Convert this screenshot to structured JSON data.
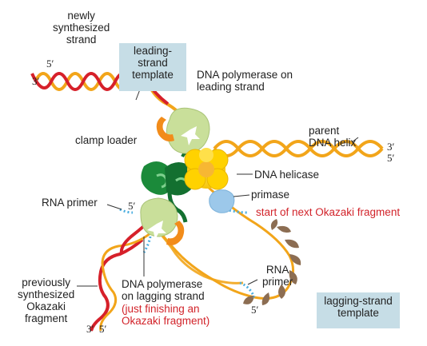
{
  "labels": {
    "newly_synthesized_strand": "newly\nsynthesized\nstrand",
    "leading_strand_template": "leading-\nstrand\ntemplate",
    "dna_pol_leading": "DNA polymerase on\nleading strand",
    "clamp_loader": "clamp loader",
    "parent_dna_helix": "parent\nDNA helix",
    "dna_helicase": "DNA helicase",
    "rna_primer_top": "RNA primer",
    "primase": "primase",
    "start_next_okazaki": "start of next Okazaki fragment",
    "rna_primer_bottom": "RNA\nprimer",
    "previously_synthesized": "previously\nsynthesized\nOkazaki\nfragment",
    "dna_pol_lagging": "DNA polymerase\non lagging strand",
    "just_finishing": "(just finishing an\nOkazaki fragment)",
    "lagging_strand_template": "lagging-strand\ntemplate"
  },
  "ends": {
    "top_left_5": "5′",
    "top_left_3": "3′",
    "right_3": "3′",
    "right_5": "5′",
    "mid_5": "5′",
    "bottom_5": "5′",
    "bottom_3": "3′",
    "bottom_5b": "5′"
  },
  "colors": {
    "parental_strand": "#f2a51a",
    "new_strand": "#d6202a",
    "rna_primer": "#4aaee0",
    "polymerase": "#c9df9a",
    "clamp": "#f28c1a",
    "clamp_loader": "#1b8a3a",
    "helicase": "#ffd200",
    "primase": "#9cc8ea",
    "protein_chain": "#8c6d52",
    "label_box": "#c6dde6",
    "red_text": "#d2232a"
  }
}
